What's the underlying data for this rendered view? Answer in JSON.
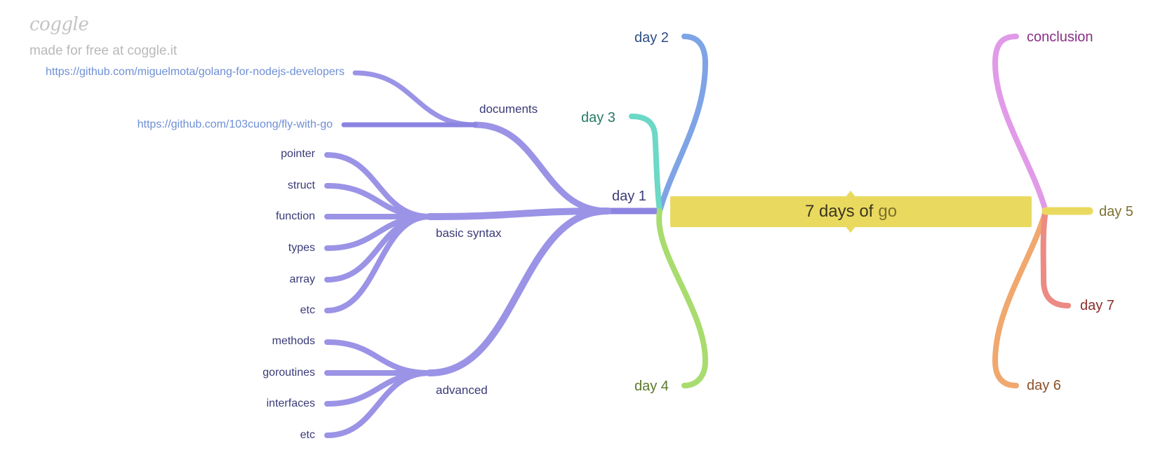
{
  "brand": {
    "logo_text": "coggle",
    "tagline": "made for free at coggle.it"
  },
  "central": {
    "title_main": "7 days of",
    "title_accent": "go"
  },
  "days": {
    "day1": "day 1",
    "day2": "day 2",
    "day3": "day 3",
    "day4": "day 4",
    "day5": "day 5",
    "day6": "day 6",
    "day7": "day 7",
    "conclusion": "conclusion"
  },
  "documents": {
    "label": "documents",
    "links": [
      "https://github.com/miguelmota/golang-for-nodejs-developers",
      "https://github.com/103cuong/fly-with-go"
    ]
  },
  "basic_syntax": {
    "label": "basic syntax",
    "items": [
      "pointer",
      "struct",
      "function",
      "types",
      "array",
      "etc"
    ]
  },
  "advanced": {
    "label": "advanced",
    "items": [
      "methods",
      "goroutines",
      "interfaces",
      "etc"
    ]
  },
  "colors": {
    "purple": "#9b93e6",
    "purple_dark": "#8b84e0",
    "blue": "#7ea4e6",
    "teal": "#6cd8c6",
    "green": "#a8dc6e",
    "pink": "#e19ae8",
    "yellow": "#e9da5f",
    "orange": "#f0a86e",
    "red": "#ec8a84",
    "text_day2": "#2e4c85",
    "text_day3": "#257a66",
    "text_day4": "#58792a",
    "text_day5": "#7c7032",
    "text_day6": "#8a5026",
    "text_day7": "#8a2e28",
    "text_conclusion": "#8a2f86",
    "text_day1": "#3a3a78"
  }
}
